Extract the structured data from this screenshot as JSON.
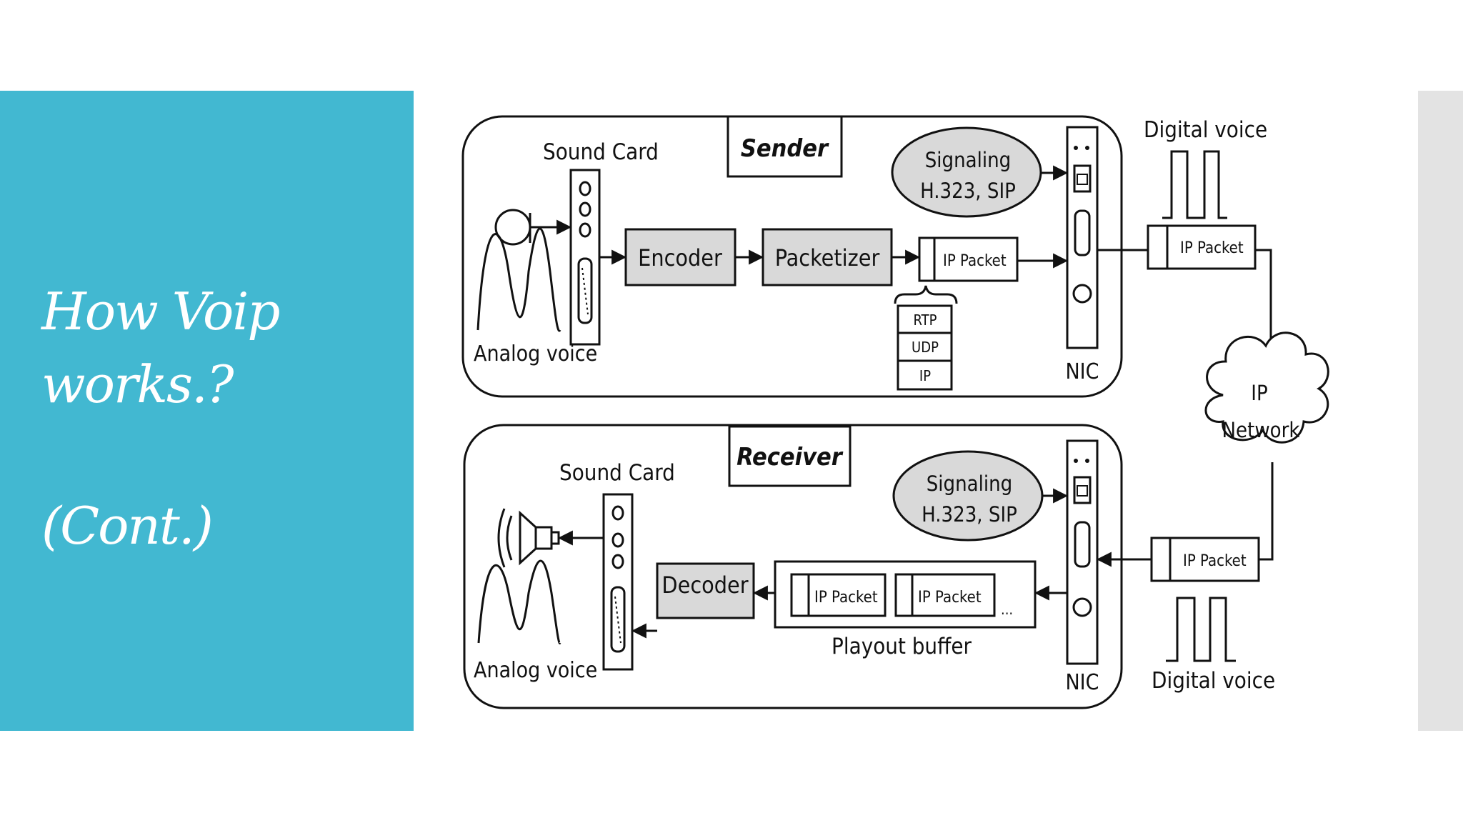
{
  "slide": {
    "title_line1": "How Voip",
    "title_line2": "works.?",
    "title_line3": "(Cont.)"
  },
  "colors": {
    "accent": "#42b8d1",
    "box_fill": "#d9d9d9",
    "right_strip": "#e3e3e3"
  },
  "diagram": {
    "sender": {
      "label": "Sender",
      "sound_card": "Sound Card",
      "analog_voice": "Analog voice",
      "encoder": "Encoder",
      "packetizer": "Packetizer",
      "ip_packet": "IP Packet",
      "stack": [
        "RTP",
        "UDP",
        "IP"
      ],
      "signaling_line1": "Signaling",
      "signaling_line2": "H.323, SIP",
      "nic": "NIC"
    },
    "network": {
      "digital_voice_top": "Digital voice",
      "ip_packet_top": "IP Packet",
      "cloud_line1": "IP",
      "cloud_line2": "Network",
      "ip_packet_bottom": "IP Packet",
      "digital_voice_bottom": "Digital voice"
    },
    "receiver": {
      "label": "Receiver",
      "sound_card": "Sound Card",
      "analog_voice": "Analog voice",
      "decoder": "Decoder",
      "buffer_packet_1": "IP Packet",
      "buffer_packet_2": "IP Packet",
      "buffer_ellipsis": "...",
      "playout_buffer": "Playout buffer",
      "signaling_line1": "Signaling",
      "signaling_line2": "H.323, SIP",
      "nic": "NIC"
    }
  }
}
